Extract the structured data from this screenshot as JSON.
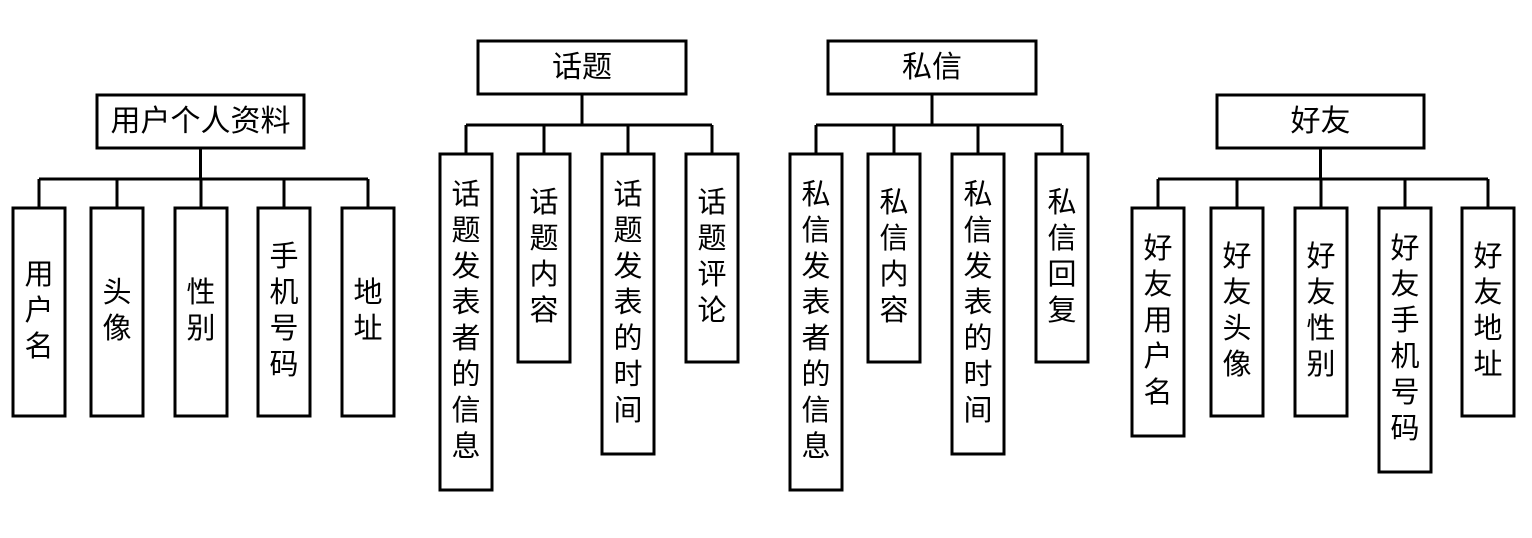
{
  "trees": [
    {
      "root": "用户个人资料",
      "children": [
        "用户名",
        "头像",
        "性别",
        "手机号码",
        "地址"
      ]
    },
    {
      "root": "话题",
      "children": [
        "话题发表者的信息",
        "话题内容",
        "话题发表的时间",
        "话题评论"
      ]
    },
    {
      "root": "私信",
      "children": [
        "私信发表者的信息",
        "私信内容",
        "私信发表的时间",
        "私信回复"
      ]
    },
    {
      "root": "好友",
      "children": [
        "好友用户名",
        "好友头像",
        "好友性别",
        "好友手机号码",
        "好友地址"
      ]
    }
  ],
  "colors": {
    "stroke": "#000000",
    "fill": "#ffffff"
  }
}
